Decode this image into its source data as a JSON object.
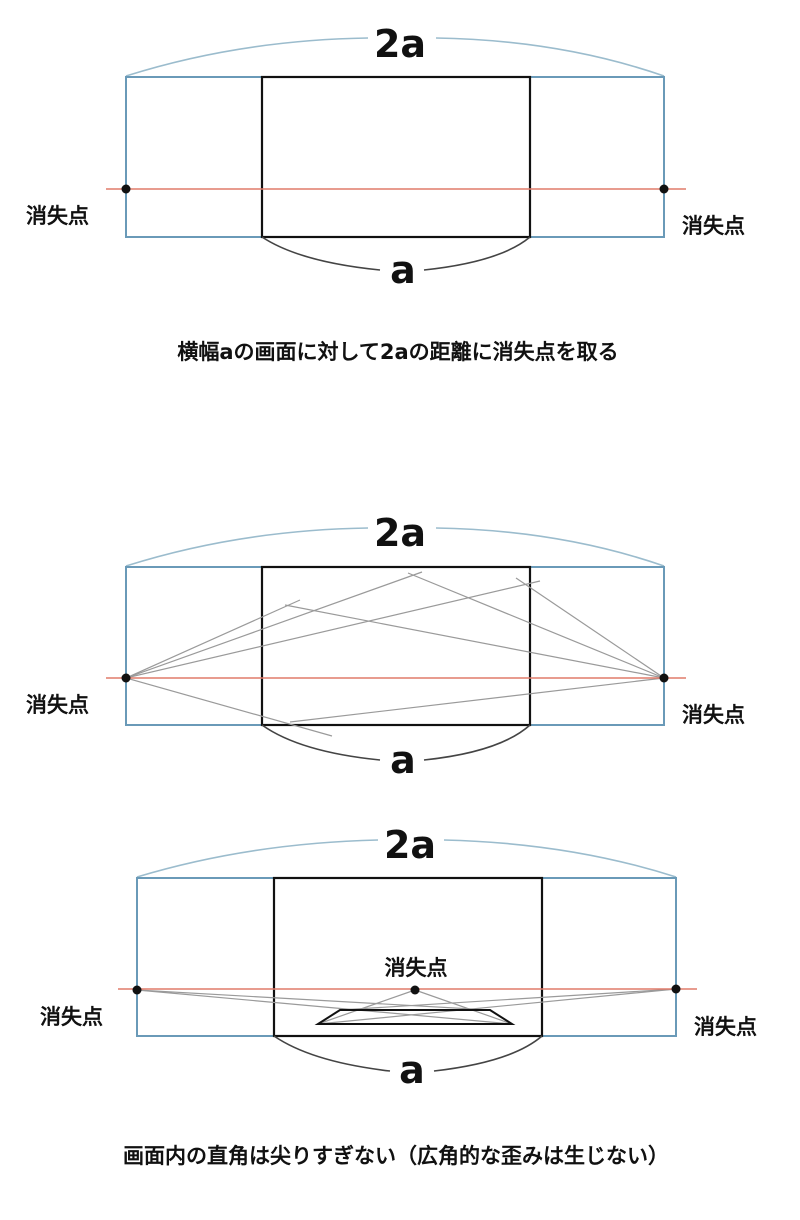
{
  "diagram1": {
    "label_2a": "2a",
    "label_a": "a",
    "vp_left": "消失点",
    "vp_right": "消失点",
    "caption": "横幅aの画面に対して2aの距離に消失点を取る"
  },
  "diagram2": {
    "label_2a": "2a",
    "label_a": "a",
    "vp_left": "消失点",
    "vp_right": "消失点"
  },
  "diagram3": {
    "label_2a": "2a",
    "label_a": "a",
    "vp_left": "消失点",
    "vp_right": "消失点",
    "vp_center": "消失点",
    "caption": "画面内の直角は尖りすぎない（広角的な歪みは生じない）"
  },
  "colors": {
    "frame": "#6a9ab8",
    "horizon": "#e07b6a",
    "screen": "#111111",
    "ray": "#9a9a9a"
  }
}
